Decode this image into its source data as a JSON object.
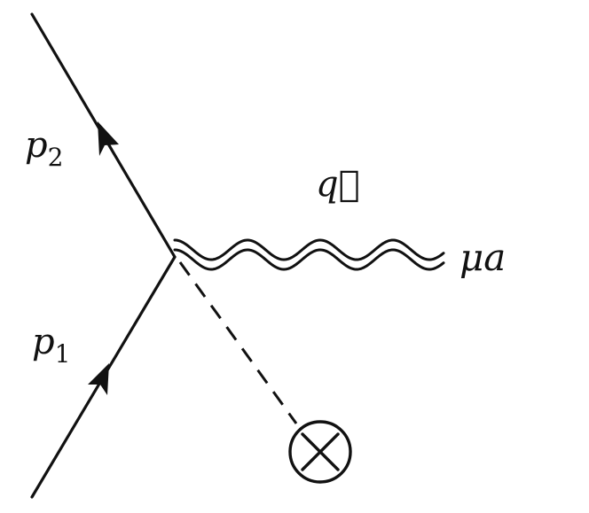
{
  "diagram": {
    "labels": {
      "p2_symbol": "p",
      "p2_index": "2",
      "p1_symbol": "p",
      "p1_index": "1",
      "q": "q⃗",
      "mu_a": "μa"
    },
    "colors": {
      "ink": "#111111",
      "background": "#ffffff"
    },
    "icons": {
      "source": "circled-times-icon"
    }
  }
}
